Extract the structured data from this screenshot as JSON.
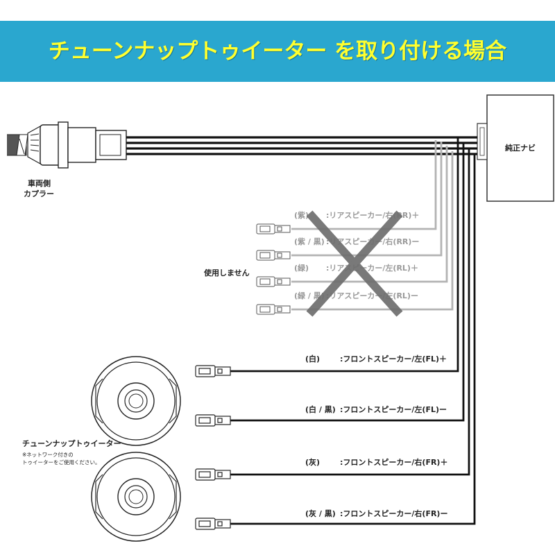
{
  "header": {
    "title": "チューンナップトゥイーター を取り付ける場合",
    "bg_color": "#2aa7cf",
    "text_color": "#ffff2e"
  },
  "navi": {
    "label": "純正ナビ"
  },
  "coupler": {
    "label_line1": "車両側",
    "label_line2": "カプラー"
  },
  "unused": {
    "label": "使用しません",
    "wires": [
      {
        "color": "(紫)",
        "desc": ":リアスピーカー/右(RR)＋"
      },
      {
        "color": "(紫 / 黒)",
        "desc": ":リアスピーカー/右(RR)ー"
      },
      {
        "color": "(緑)",
        "desc": ":リアスピーカー/左(RL)＋"
      },
      {
        "color": "(緑 / 黒)",
        "desc": ":リアスピーカー/左(RL)ー"
      }
    ]
  },
  "front": {
    "wires": [
      {
        "color": "(白)",
        "desc": ":フロントスピーカー/左(FL)＋"
      },
      {
        "color": "(白 / 黒)",
        "desc": ":フロントスピーカー/左(FL)ー"
      },
      {
        "color": "(灰)",
        "desc": ":フロントスピーカー/右(FR)＋"
      },
      {
        "color": "(灰 / 黒)",
        "desc": ":フロントスピーカー/右(FR)ー"
      }
    ]
  },
  "tweeter": {
    "label": "チューンナップトゥイーター",
    "note_line1": "※ネットワーク付きの",
    "note_line2": "トゥイーターをご使用ください。"
  }
}
